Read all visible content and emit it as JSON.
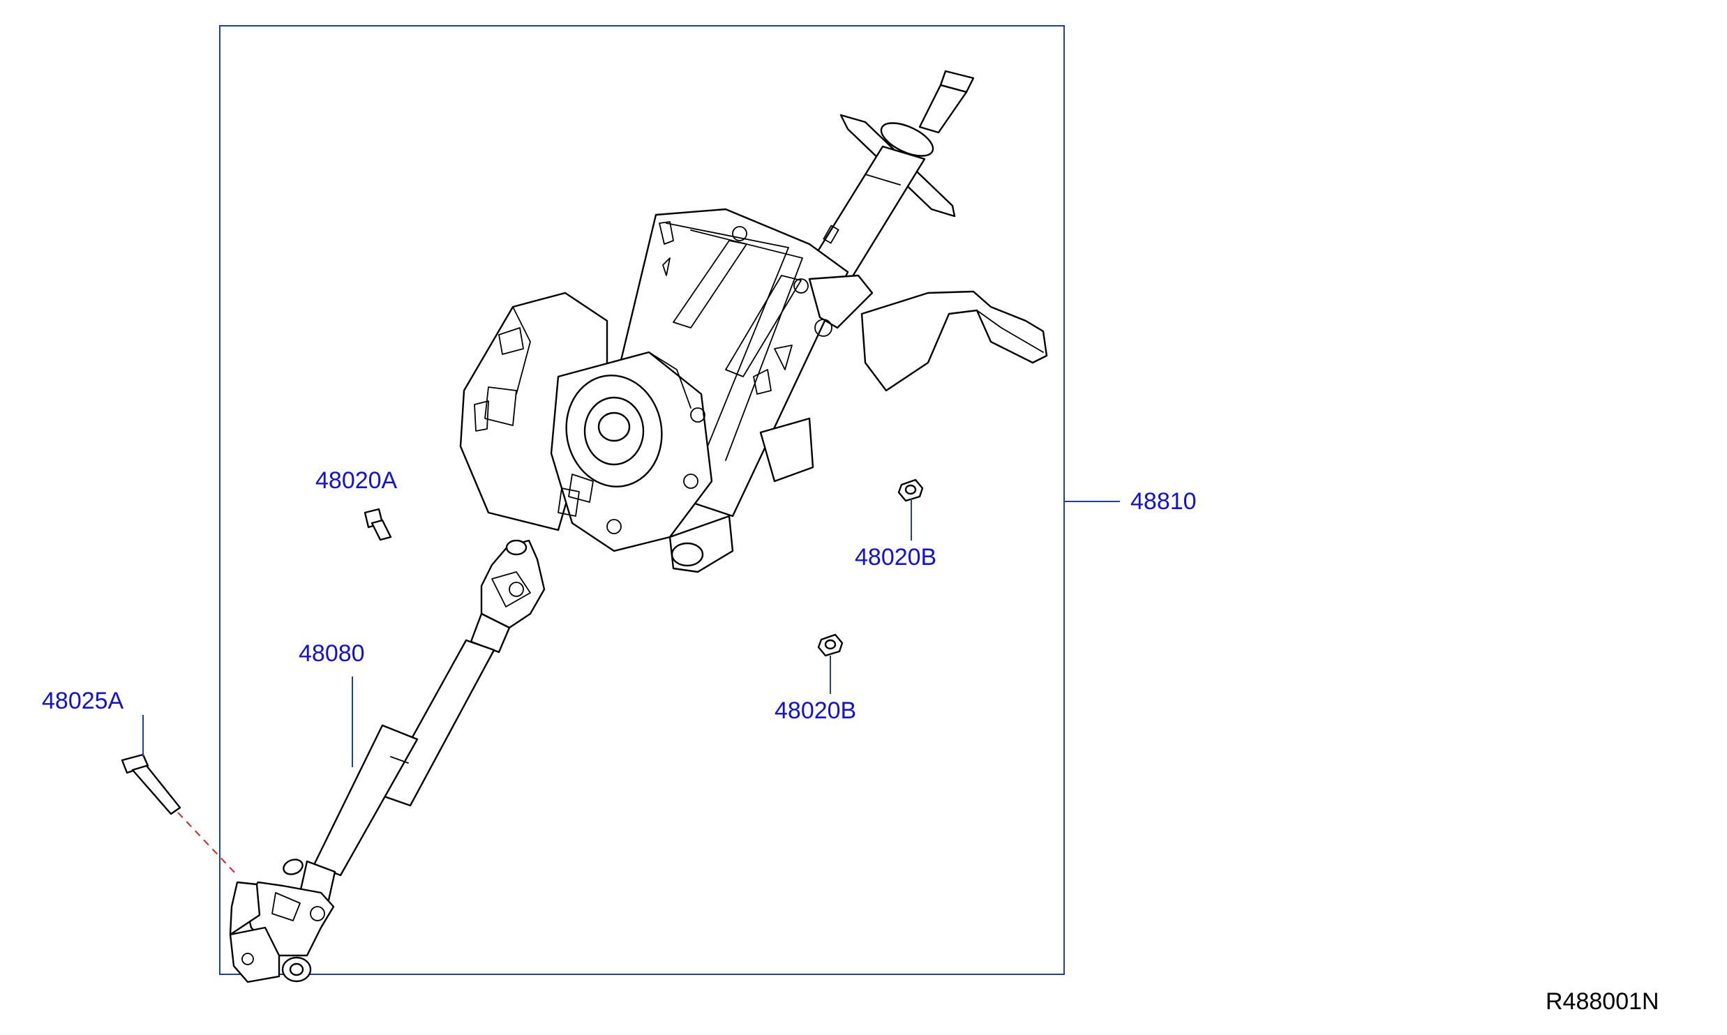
{
  "callouts": {
    "assembly": "48810",
    "bolt_a": "48020A",
    "nut_b_upper": "48020B",
    "nut_b_lower": "48020B",
    "shaft": "48080",
    "bolt_25a": "48025A"
  },
  "reference_code": "R488001N",
  "colors": {
    "callout_text": "#1010e0",
    "frame": "#1f3f9f",
    "dashed_leader": "#e02020",
    "linework": "#000000"
  }
}
